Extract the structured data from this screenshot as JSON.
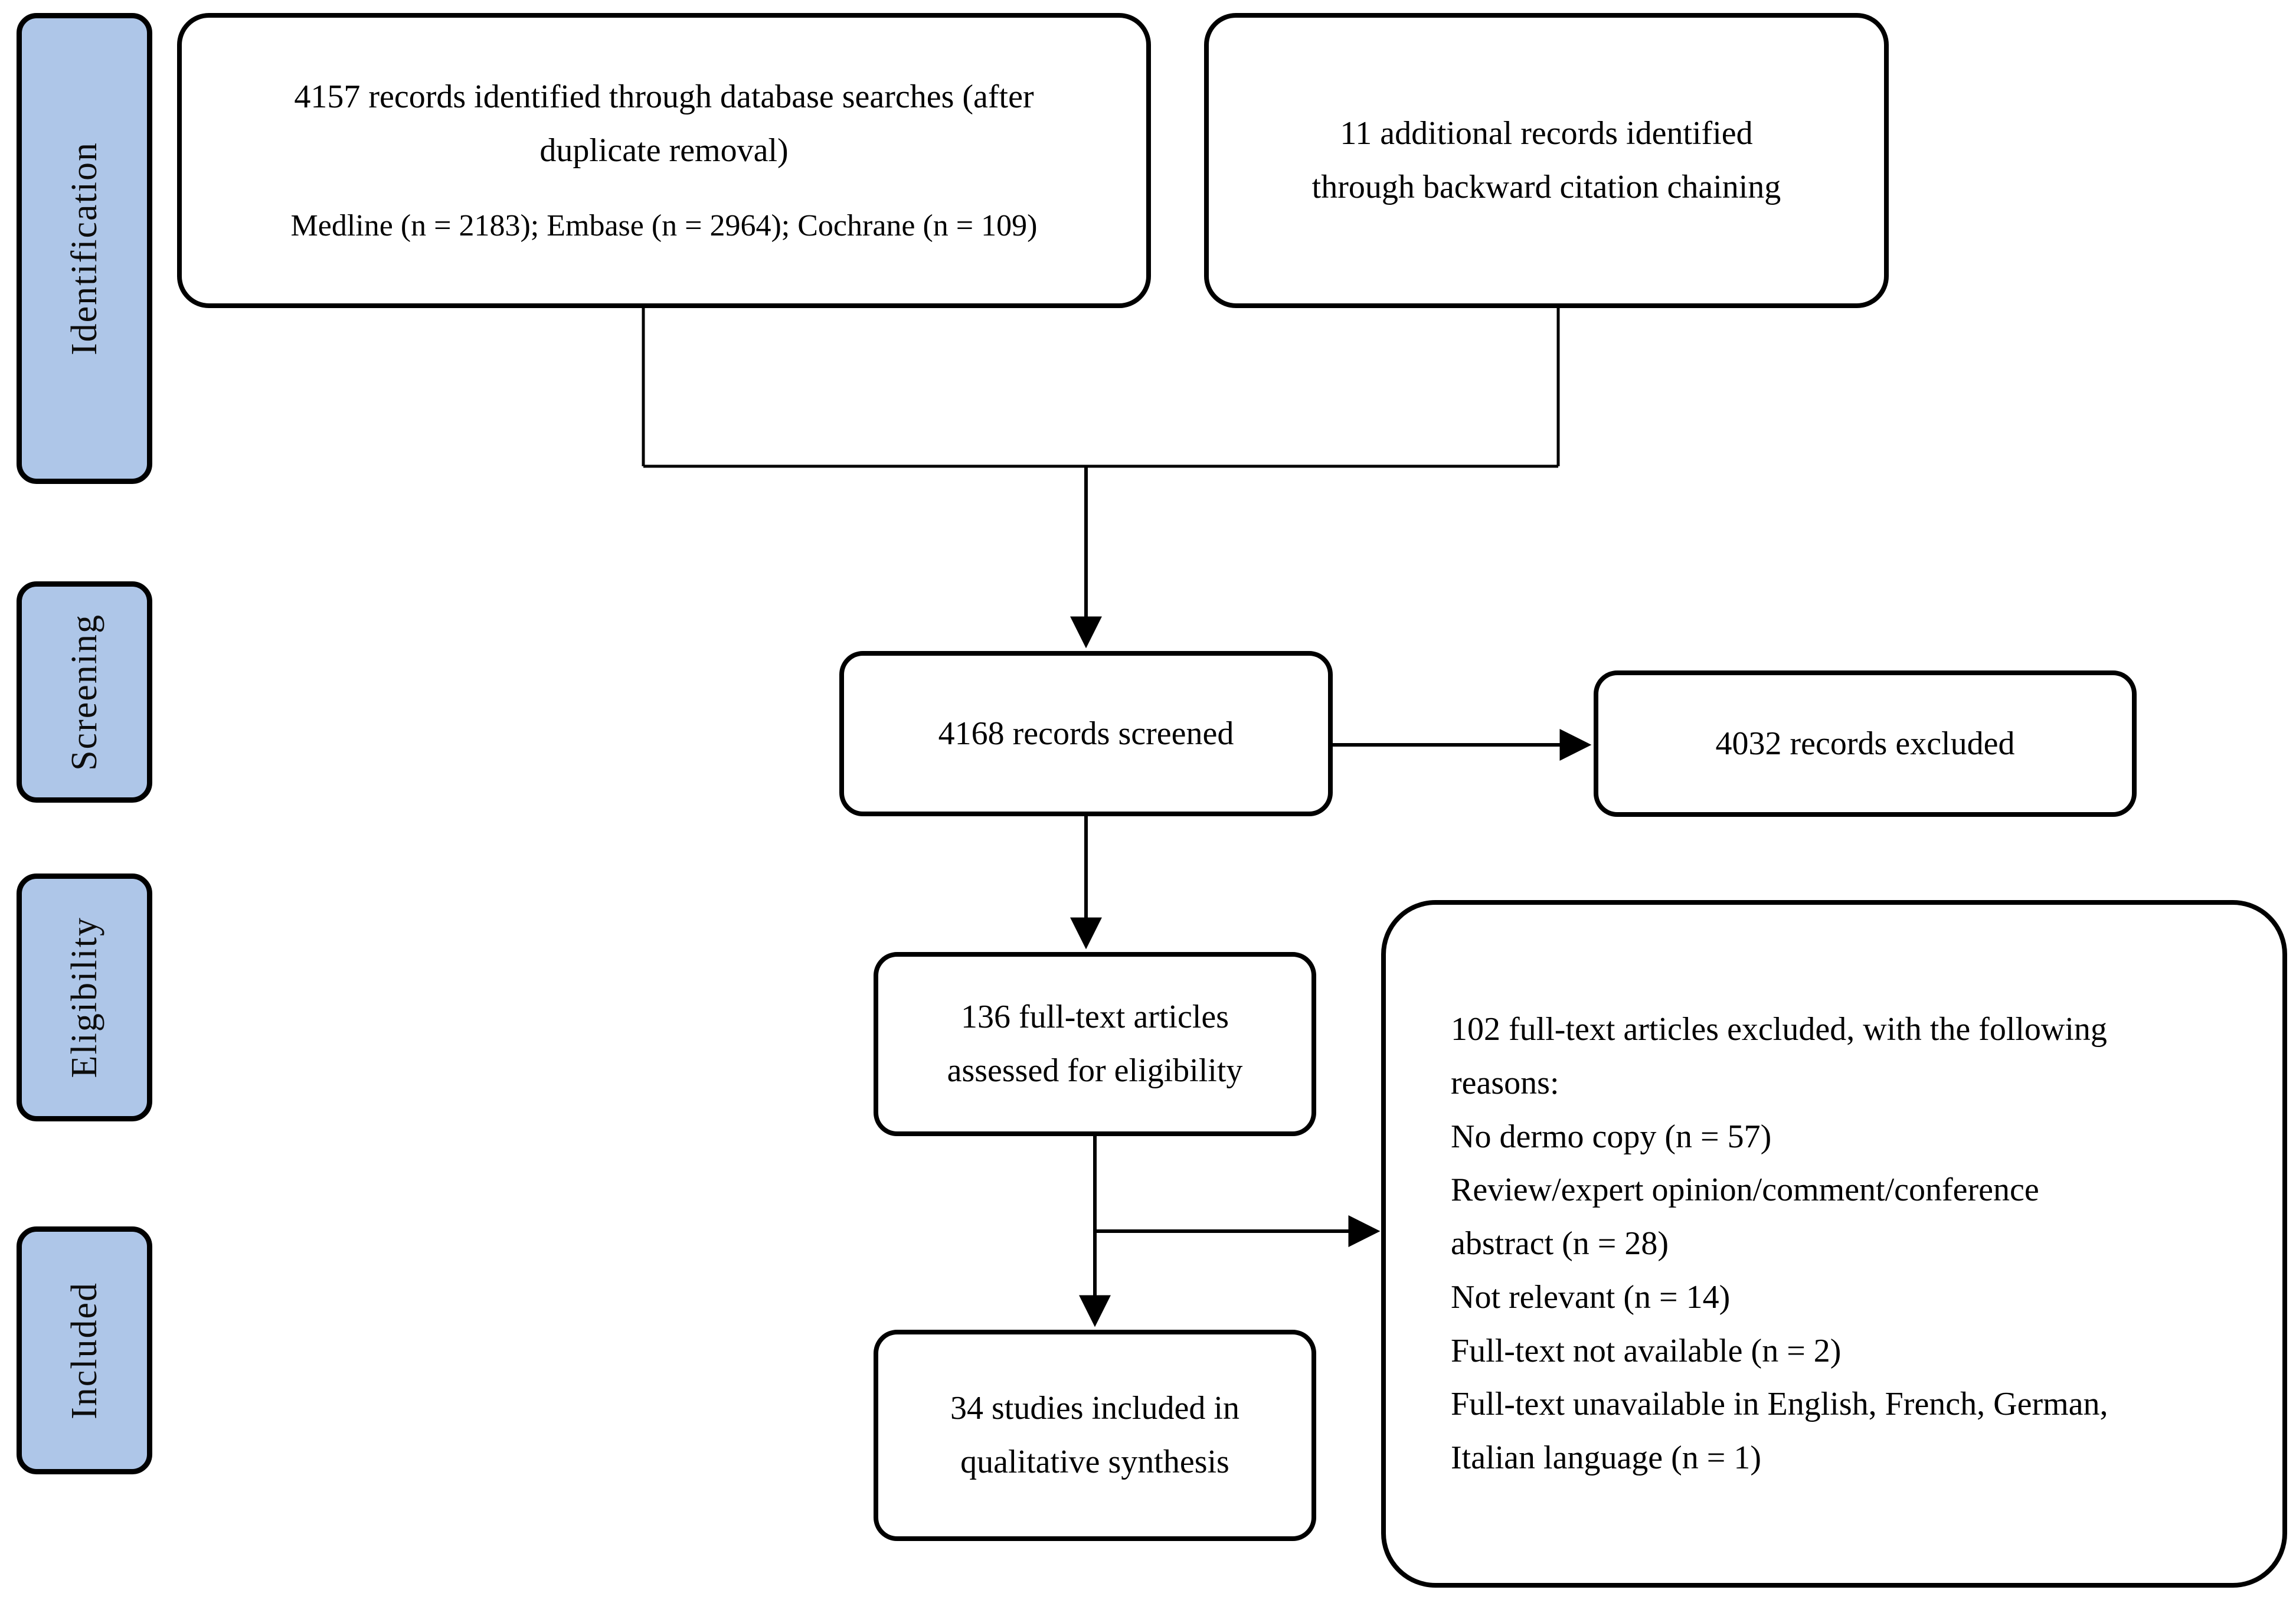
{
  "diagram": {
    "type": "prisma-flow-diagram",
    "accent_color": "#aec6e8",
    "border_color": "#000000",
    "background_color": "#ffffff"
  },
  "stages": [
    {
      "id": "identification",
      "label": "Identification"
    },
    {
      "id": "screening",
      "label": "Screening"
    },
    {
      "id": "eligibility",
      "label": "Eligibility"
    },
    {
      "id": "included",
      "label": "Included"
    }
  ],
  "boxes": {
    "database_records": {
      "line1": "4157 records identified through database searches (after",
      "line2": "duplicate removal)",
      "line3": "Medline (n = 2183); Embase (n = 2964); Cochrane (n = 109)"
    },
    "additional_records": {
      "line1": "11 additional records identified",
      "line2": "through backward citation chaining"
    },
    "records_screened": {
      "line1": "4168 records screened"
    },
    "records_excluded": {
      "line1": "4032 records excluded"
    },
    "fulltext_assessed": {
      "line1": "136 full-text articles",
      "line2": "assessed for eligibility"
    },
    "fulltext_excluded": {
      "line1": "102 full-text articles excluded,  with the following",
      "line2": "reasons:",
      "line3": "No dermo copy (n = 57)",
      "line4": "Review/expert opinion/comment/conference",
      "line5": "abstract (n = 28)",
      "line6": "Not relevant (n = 14)",
      "line7": "Full-text not available (n = 2)",
      "line8": "Full-text unavailable in English, French, German,",
      "line9": "Italian language (n = 1)"
    },
    "studies_included": {
      "line1": "34 studies included in",
      "line2": "qualitative synthesis"
    }
  },
  "counts": {
    "database_total": 4157,
    "medline": 2183,
    "embase": 2964,
    "cochrane": 109,
    "additional_records": 11,
    "records_screened": 4168,
    "records_excluded": 4032,
    "fulltext_assessed": 136,
    "fulltext_excluded": 102,
    "no_dermo_copy": 57,
    "review_expert_opinion": 28,
    "not_relevant": 14,
    "fulltext_not_available": 2,
    "fulltext_language": 1,
    "studies_included": 34
  }
}
